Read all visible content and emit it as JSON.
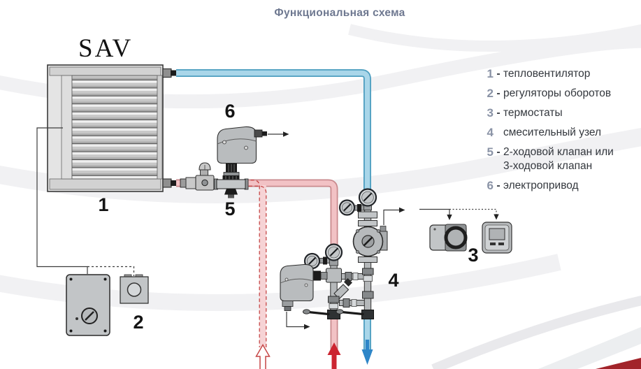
{
  "title": "Функциональная схема",
  "device_label": "SAV",
  "callouts": {
    "c1": "1",
    "c2": "2",
    "c3": "3",
    "c4": "4",
    "c5": "5",
    "c6": "6"
  },
  "legend": {
    "items": [
      {
        "num": "1",
        "sep": "-",
        "label": "тепловентилятор"
      },
      {
        "num": "2",
        "sep": "-",
        "label": "регуляторы оборотов"
      },
      {
        "num": "3",
        "sep": "-",
        "label": "термостаты"
      },
      {
        "num": "4",
        "sep": "",
        "label": "смесительный узел"
      },
      {
        "num": "5",
        "sep": "-",
        "label": "2-ходовой клапан или",
        "label2": "3-ходовой клапан"
      },
      {
        "num": "6",
        "sep": "-",
        "label": "электропривод"
      }
    ]
  },
  "colors": {
    "title_text": "#6e7890",
    "legend_number": "#8a93a6",
    "legend_text": "#33373d",
    "hot_pipe_fill": "#f2c2c5",
    "hot_pipe_edge": "#c98a8e",
    "cold_pipe_fill": "#a9d6e9",
    "cold_pipe_edge": "#4d9ec0",
    "hot_arrow": "#cc2531",
    "cold_arrow": "#2e86c8",
    "dashed_line": "#c64747",
    "metal_fill": "#b9bcbe",
    "corner_wedge": "#a2242a"
  }
}
